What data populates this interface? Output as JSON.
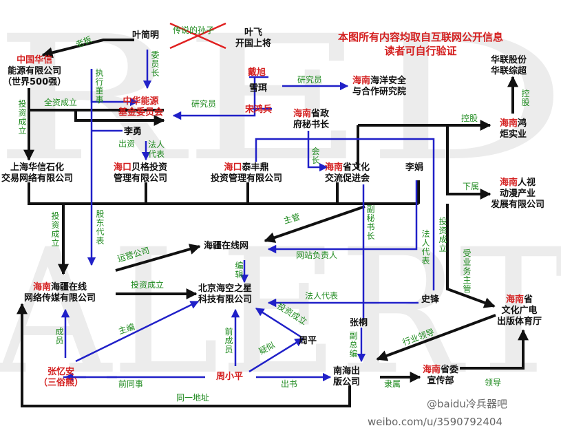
{
  "watermark": {
    "line1": "RED",
    "line2": "ALERT"
  },
  "notice": {
    "line1": "本图所有内容均取自互联网公开信息",
    "line2": "读者可自行验证"
  },
  "credits": {
    "baidu": "@baidu冷兵器吧",
    "weibo": "weibo.com/u/3590792404"
  },
  "colors": {
    "black_edge": "#111111",
    "blue_edge": "#2020c8",
    "label_green": "#1e8a1e",
    "place_red": "#d42020"
  },
  "nodes": {
    "ye_jianming": {
      "name": "叶简明"
    },
    "ye_fei": {
      "line1": "叶飞",
      "line2": "开国上将"
    },
    "cefc": {
      "prefix": "中国华信",
      "line2": "能源有限公司",
      "line3": "（世界500强）"
    },
    "foundation": {
      "line1": "中华能源",
      "line2": "基金委员会"
    },
    "dai_xu": {
      "name": "戴旭"
    },
    "xue_hui": {
      "name": "雪珥"
    },
    "song_hongbing": {
      "name": "宋鸿兵"
    },
    "ocean_institute": {
      "prefix": "海南",
      "line1_rest": "海洋安全",
      "line2": "与合作研究院"
    },
    "hualian": {
      "line1": "华联股份",
      "line2": "华联综超"
    },
    "hainan_secgen": {
      "prefix": "海南",
      "line1_rest": "省政",
      "line2": "府秘书长"
    },
    "honghju": {
      "prefix": "海南",
      "line1_rest": "鸿",
      "line2": "炬实业"
    },
    "li_yong": {
      "name": "李勇"
    },
    "shanghai_huaxin": {
      "line1": "上海华信石化",
      "line2": "交易网络有限公司"
    },
    "beige": {
      "prefix": "海口",
      "line1_rest": "贝格投资",
      "line2": "管理有限公司"
    },
    "taifengding": {
      "prefix": "海口",
      "line1_rest": "泰丰鼎",
      "line2": "投资管理有限公司"
    },
    "culture_assoc": {
      "prefix": "海南",
      "line1_rest": "省文化",
      "line2": "交流促进会"
    },
    "li_juan": {
      "name": "李娟"
    },
    "renshi": {
      "prefix": "海南",
      "line1_rest": "人视",
      "line2": "动漫产业",
      "line3": "发展有限公司"
    },
    "haijiang_net": {
      "name": "海疆在线网"
    },
    "haijiang_media": {
      "prefix": "海南",
      "line1_rest": "海疆在线",
      "line2": "网络传媒有限公司"
    },
    "beijing_star": {
      "line1": "北京海空之星",
      "line2": "科技有限公司"
    },
    "shi_feng": {
      "name": "史锋"
    },
    "press_bureau": {
      "prefix": "海南",
      "line1_rest": "省",
      "line2": "文化广电",
      "line3": "出版体育厅"
    },
    "zhang_tong": {
      "name": "张桐"
    },
    "zhou_ping": {
      "name": "周平"
    },
    "nanhai_pub": {
      "line1": "南海出",
      "line2": "版公司"
    },
    "zhang_yian": {
      "name": "张忆安",
      "line2": "（三俗熊）"
    },
    "zhou_xiaoping": {
      "name": "周小平"
    },
    "propaganda": {
      "prefix": "海南",
      "line1_rest": "省委",
      "line2": "宣传部"
    }
  },
  "edge_labels": {
    "boss": "老板",
    "rumored": "传说的孙子",
    "committee_member": "委员长",
    "exec_director": "执行董事",
    "fully_invested": "全资成立",
    "researcher_left": "研究员",
    "researcher_right": "研究员",
    "invested_left": "投资成立",
    "capital": "出资",
    "legal_rep_top": "法人代表",
    "chairman": "会长",
    "holding_top": "控股",
    "holding_right": "控股",
    "subsidiary": "下属",
    "invested_media": "投资成立",
    "shareholder_rep": "股东代表",
    "supervisor": "主管",
    "deputy_secgen": "副秘书长",
    "legal_rep_lijuan": "法人代表",
    "invested_lijuan": "投资成立",
    "business_supervisor": "受业务主管",
    "operating_company": "运营公司",
    "site_manager": "网站负责人",
    "editor": "编辑",
    "invested_star": "投资成立",
    "legal_rep_shifeng": "法人代表",
    "invested_zhouping": "投资成立",
    "chief_editor": "主编",
    "member": "成员",
    "former_member": "前成员",
    "suspected": "疑似",
    "deputy_chief_editor": "副总编",
    "industry_lead": "行业领导",
    "former_colleague": "前同事",
    "publish_book": "出书",
    "affiliated": "隶属",
    "lead": "领导",
    "same_address": "同一地址"
  }
}
